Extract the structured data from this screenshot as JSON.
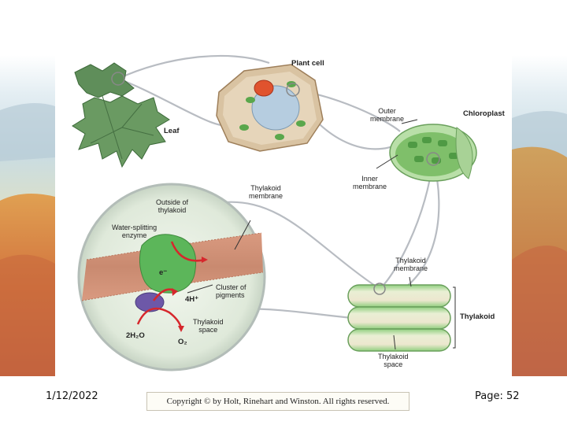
{
  "labels": {
    "plant_cell": "Plant cell",
    "leaf": "Leaf",
    "outer_membrane": "Outer\nmembrane",
    "chloroplast": "Chloroplast",
    "inner_membrane": "Inner\nmembrane",
    "thylakoid_membrane_top": "Thylakoid\nmembrane",
    "outside_of_thylakoid": "Outside of\nthylakoid",
    "water_splitting_enzyme": "Water-splitting\nenzyme",
    "electron": "e⁻",
    "four_h": "4H⁺",
    "cluster_of_pigments": "Cluster of\npigments",
    "thylakoid_space_circle": "Thylakoid\nspace",
    "two_h2o": "2H₂O",
    "o2": "O₂",
    "thylakoid_membrane_right": "Thylakoid\nmembrane",
    "thylakoid": "Thylakoid",
    "thylakoid_space_bottom": "Thylakoid\nspace"
  },
  "footer": {
    "date": "1/12/2022",
    "copyright": "Copyright © by Holt, Rinehart and Winston. All rights reserved.",
    "page": "Page: 52"
  }
}
